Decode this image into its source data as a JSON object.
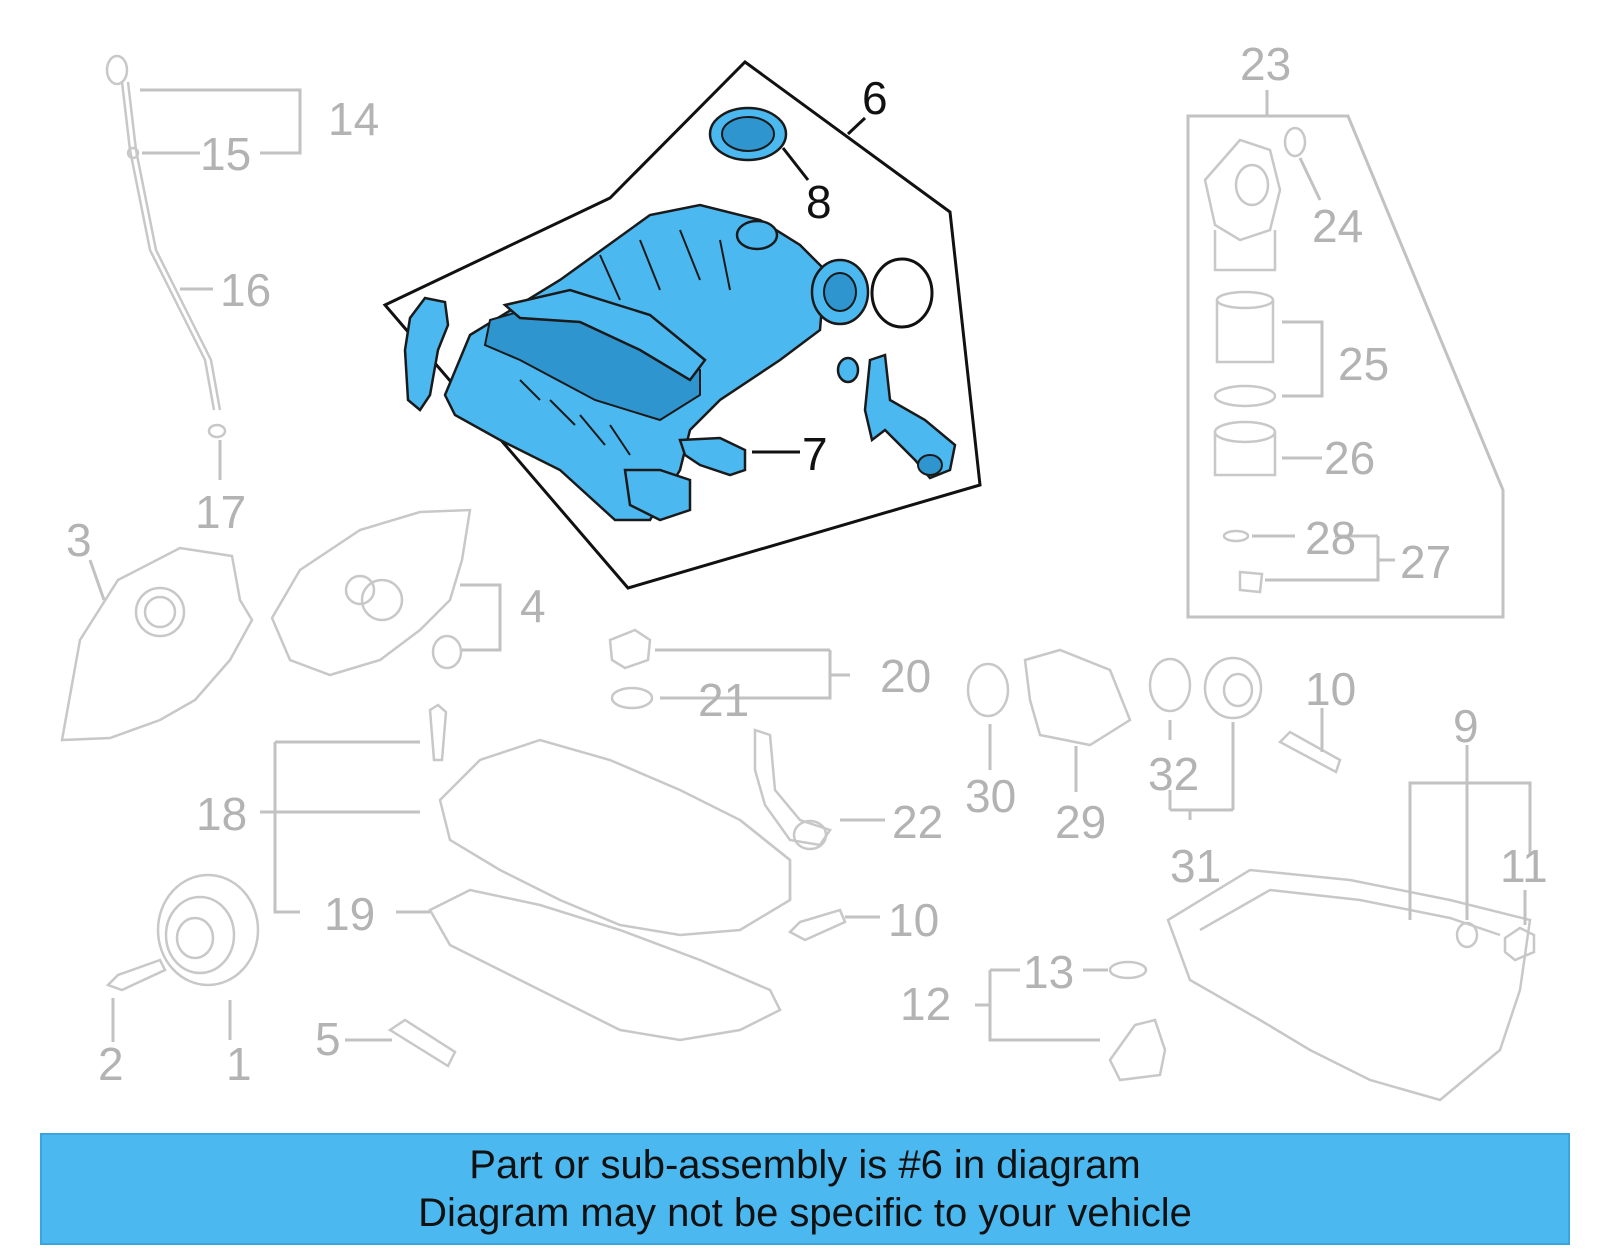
{
  "callouts": {
    "c1": "1",
    "c2": "2",
    "c3": "3",
    "c4": "4",
    "c5": "5",
    "c6": "6",
    "c7": "7",
    "c8": "8",
    "c9": "9",
    "c10a": "10",
    "c10b": "10",
    "c11": "11",
    "c12": "12",
    "c13": "13",
    "c14": "14",
    "c15": "15",
    "c16": "16",
    "c17": "17",
    "c18": "18",
    "c19": "19",
    "c20": "20",
    "c21": "21",
    "c22": "22",
    "c23": "23",
    "c24": "24",
    "c25": "25",
    "c26": "26",
    "c27": "27",
    "c28": "28",
    "c29": "29",
    "c30": "30",
    "c31": "31",
    "c32": "32"
  },
  "banner": {
    "line1": "Part or sub-assembly is #6 in diagram",
    "line2": "Diagram may not be specific to your vehicle"
  },
  "colors": {
    "highlight": "#4cb8f0",
    "faded_parts": "#c2c2c2",
    "banner_bg": "#4cb8f0"
  }
}
